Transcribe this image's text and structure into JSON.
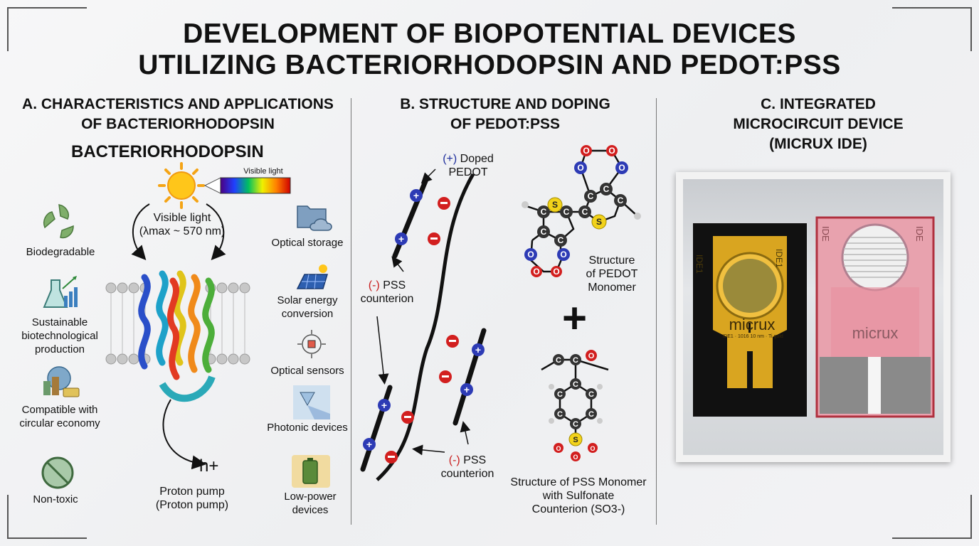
{
  "title": {
    "line1": "DEVELOPMENT OF BIOPOTENTIAL DEVICES",
    "line2": "UTILIZING BACTERIORHODOPSIN AND PEDOT:PSS"
  },
  "section_a": {
    "heading_line1": "A. CHARACTERISTICS AND APPLICATIONS",
    "heading_line2": "OF BACTERIORHODOPSIN",
    "subtitle": "BACTERIORHODOPSIN",
    "spectrum_label": "Visible light",
    "light_label_line1": "Visible light",
    "light_label_line2": "(λmax ~ 570 nm)",
    "proton_symbol": "h+",
    "proton_label_line1": "Proton pump",
    "proton_label_line2": "(Proton pump)",
    "left_features": [
      {
        "icon": "recycle-leaves-icon",
        "label": "Biodegradable"
      },
      {
        "icon": "biotech-flask-icon",
        "label": "Sustainable biotechnological production"
      },
      {
        "icon": "circular-economy-icon",
        "label": "Compatible with circular economy"
      },
      {
        "icon": "non-toxic-icon",
        "label": "Non-toxic"
      }
    ],
    "right_applications": [
      {
        "icon": "cloud-folder-icon",
        "label": "Optical storage"
      },
      {
        "icon": "solar-panel-icon",
        "label": "Solar energy conversion"
      },
      {
        "icon": "optical-sensor-icon",
        "label": "Optical sensors"
      },
      {
        "icon": "prism-icon",
        "label": "Photonic devices"
      },
      {
        "icon": "battery-leaf-icon",
        "label": "Low-power devices"
      }
    ]
  },
  "section_b": {
    "heading_line1": "B. STRUCTURE AND DOPING",
    "heading_line2": "OF PEDOT:PSS",
    "doped_sign": "(+)",
    "doped_label_line1": " Doped",
    "doped_label_line2": "PEDOT",
    "pss_sign": "(-)",
    "pss_label_a_line1": " PSS",
    "pss_label_a_line2": "counterion",
    "pss_label_b_line1": " PSS",
    "pss_label_b_line2": "counterion",
    "pedot_caption_line1": "Structure",
    "pedot_caption_line2": "of PEDOT",
    "pedot_caption_line3": "Monomer",
    "pss_caption_line1": "Structure of PSS Monomer",
    "pss_caption_line2": "with Sulfonate",
    "pss_caption_line3": "Counterion (SO3-)",
    "atom_s": "S",
    "atom_o": "O",
    "atom_c": "C",
    "plus_sign": "+"
  },
  "section_c": {
    "heading_line1": "C. INTEGRATED",
    "heading_line2": "MICROCIRCUIT DEVICE",
    "heading_line3": "(MICRUX IDE)",
    "chip_brand_left": "micrux",
    "chip_brand_right": "micrux",
    "chip_tag_left": "IDE1",
    "chip_tag_left_2": "IDE1",
    "chip_tag_right": "IDE",
    "chip_tag_right_2": "IDE",
    "chip_small_text": "IDE1 · 1016 10 nm · Ti gold"
  },
  "colors": {
    "plus_charge": "#2d3bb5",
    "minus_charge": "#d21f1f",
    "gold_chip": "#d9a520",
    "pink_chip": "#e8a2ae"
  }
}
